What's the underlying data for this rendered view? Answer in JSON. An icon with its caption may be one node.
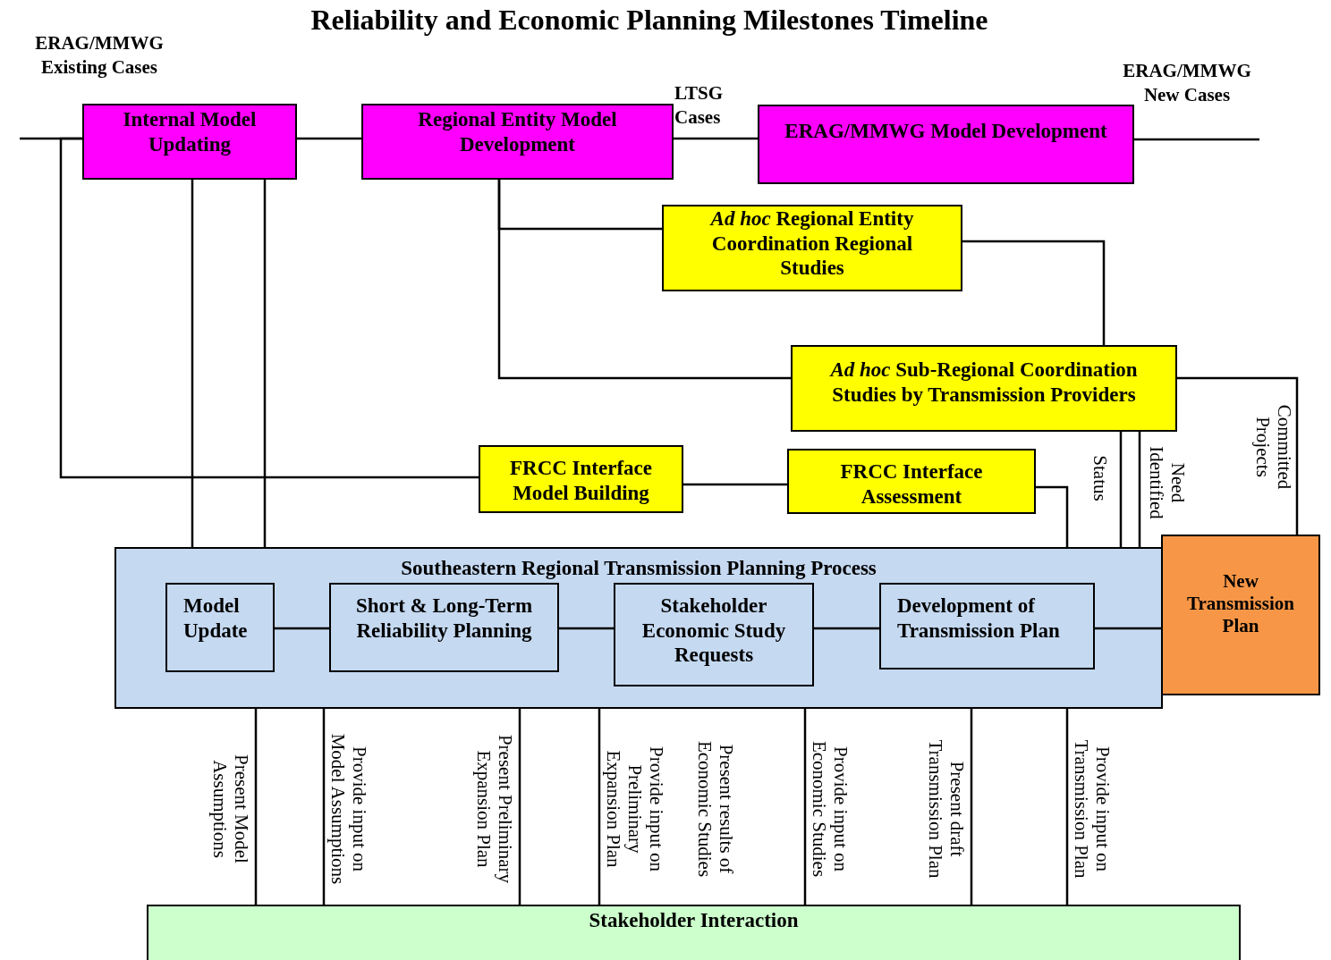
{
  "diagram": {
    "title": "Reliability and Economic Planning Milestones Timeline",
    "nodes": [
      {
        "text": [
          "Internal Model Updating"
        ]
      },
      {
        "text": [
          "Regional Entity Model Development"
        ]
      },
      {
        "text": [
          "ERAG/MMWG Model Development"
        ]
      },
      {
        "text": [
          "*Ad hoc* Regional Entity Coordination Regional Studies"
        ]
      },
      {
        "text": [
          "*Ad hoc* Sub-Regional Coordination Studies by Transmission Providers"
        ]
      },
      {
        "text": [
          "FRCC Interface Model Building"
        ]
      },
      {
        "text": [
          "FRCC Interface Assessment"
        ]
      },
      {
        "text": [
          "Southeastern Regional Transmission Planning Process"
        ]
      },
      {
        "text": [
          "Model Update"
        ],
        "in": 7
      },
      {
        "text": [
          "Short & Long-Term Reliability Planning"
        ],
        "in": 7
      },
      {
        "text": [
          "Stakeholder Economic Study Requests"
        ],
        "in": 7
      },
      {
        "text": [
          "Development of Transmission Plan"
        ],
        "in": 7
      },
      {
        "text": [
          "New Transmission Plan"
        ]
      },
      {
        "text": [
          "Stakeholder Interaction"
        ]
      }
    ],
    "edges": [
      {
        "from": null,
        "to": 0,
        "arrow": "none",
        "label": "ERAG/MMWG Existing Cases"
      },
      {
        "from": 0,
        "to": 1,
        "arrow": "none"
      },
      {
        "from": 1,
        "to": 2,
        "arrow": "none",
        "label": "LTSG Cases"
      },
      {
        "from": 2,
        "to": null,
        "arrow": "none",
        "label": "ERAG/MMWG New Cases"
      },
      {
        "from": 0,
        "to": 5,
        "arrow": "none"
      },
      {
        "from": 0,
        "to": 7,
        "arrow": "none"
      },
      {
        "from": 0,
        "to": 7,
        "arrow": "none"
      },
      {
        "from": 1,
        "to": 3,
        "arrow": "none"
      },
      {
        "from": 1,
        "to": 4,
        "arrow": "none"
      },
      {
        "from": 3,
        "to": 4,
        "arrow": "none"
      },
      {
        "from": 4,
        "to": 12,
        "arrow": "none",
        "label": "Committed Projects"
      },
      {
        "from": 4,
        "to": 7,
        "arrow": "none",
        "label": "Status"
      },
      {
        "from": 4,
        "to": 7,
        "arrow": "none",
        "label": "Need Identified"
      },
      {
        "from": 5,
        "to": 6,
        "arrow": "none"
      },
      {
        "from": 6,
        "to": 7,
        "arrow": "none"
      },
      {
        "from": 8,
        "to": 9,
        "arrow": "none"
      },
      {
        "from": 9,
        "to": 10,
        "arrow": "none"
      },
      {
        "from": 10,
        "to": 11,
        "arrow": "none"
      },
      {
        "from": 11,
        "to": 12,
        "arrow": "none"
      },
      {
        "from": 7,
        "to": 13,
        "arrow": "none",
        "label": "Present Model Assumptions"
      },
      {
        "from": 7,
        "to": 13,
        "arrow": "none",
        "label": "Provide input on Model Assumptions"
      },
      {
        "from": 7,
        "to": 13,
        "arrow": "none",
        "label": "Present Preliminary Expansion Plan"
      },
      {
        "from": 7,
        "to": 13,
        "arrow": "none",
        "label": "Provide input on Preliminary Expansion Plan"
      },
      {
        "from": 7,
        "to": 13,
        "arrow": "none",
        "label": "Provide input on Economic Studies"
      },
      {
        "from": 7,
        "to": 13,
        "arrow": "none",
        "label": "Present draft Transmission Plan"
      },
      {
        "from": 7,
        "to": 13,
        "arrow": "none",
        "label": "Provide input on Transmission Plan"
      }
    ],
    "labels": [
      "Present results of Economic Studies"
    ]
  }
}
